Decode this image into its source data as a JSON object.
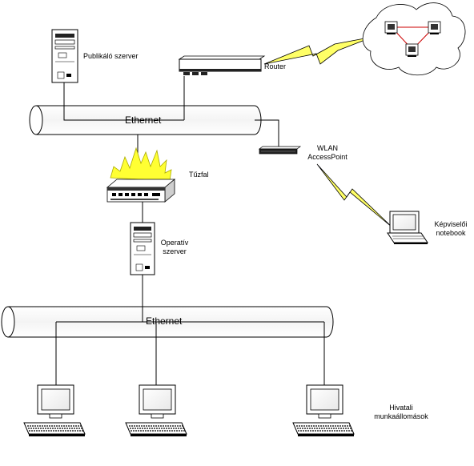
{
  "labels": {
    "publishing_server": "Publikáló szerver",
    "router": "Router",
    "ethernet_top": "Ethernet",
    "wlan_line1": "WLAN",
    "wlan_line2": "AccessPoint",
    "firewall": "Tűzfal",
    "operative_line1": "Operatív",
    "operative_line2": "szerver",
    "notebook_line1": "Képviselői",
    "notebook_line2": "notebook",
    "ethernet_bottom": "Ethernet",
    "workstations_line1": "Hivatali",
    "workstations_line2": "munkaállomások"
  },
  "colors": {
    "lightning": "#ffff66",
    "flame": "#ffff33",
    "cloud_link": "#cc0000",
    "device_dark": "#222222",
    "stroke": "#000000"
  }
}
